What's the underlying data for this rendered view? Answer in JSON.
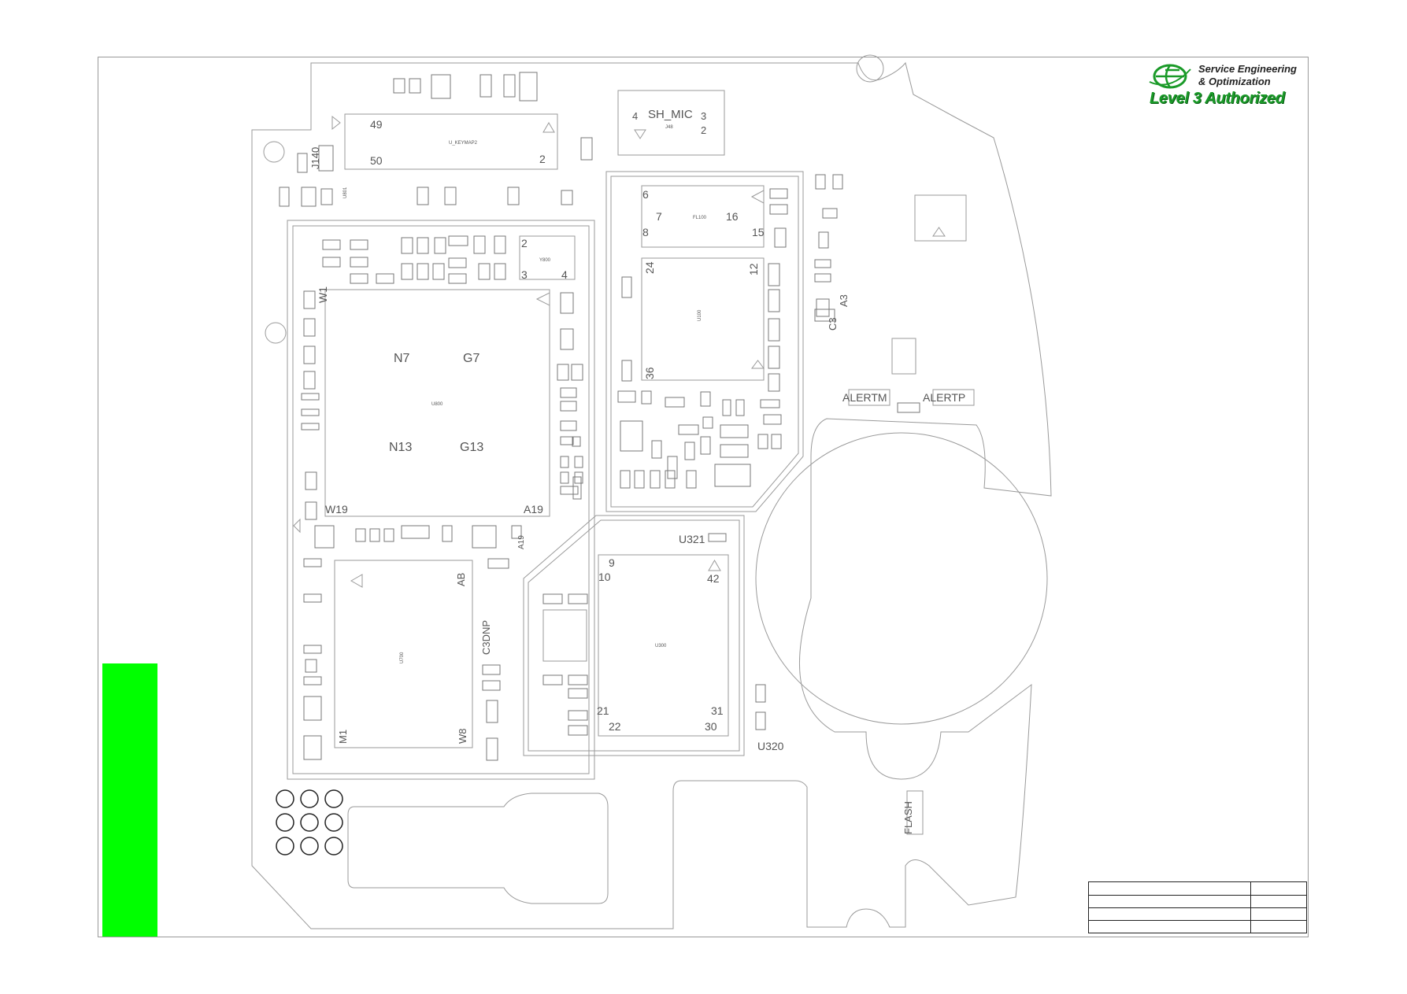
{
  "logo": {
    "line1": "Service Engineering",
    "line2": "& Optimization",
    "line3": "Level 3 Authorized",
    "colors": {
      "text": "#222222",
      "authorized": "#1a9a28",
      "globe": "#1a9a28"
    }
  },
  "colors": {
    "highlight_bar": "#00ff00",
    "outline": "#9a9a9a",
    "component": "#777777"
  },
  "labels": {
    "u_keymap": "U_KEYMAP2",
    "pin_49": "49",
    "pin_50": "50",
    "pin_2a": "2",
    "sh_mic": "SH_MIC",
    "sh_pin4": "4",
    "sh_pin3": "3",
    "sh_pin2": "2",
    "sh_ref": "J48",
    "j140": "J140",
    "u801": "U801",
    "fl1_pin6": "6",
    "fl1_pin7": "7",
    "fl1_pin8": "8",
    "fl1_pin16": "16",
    "fl1_pin15": "15",
    "fl1_ref": "FL100",
    "u100_pin24": "24",
    "u100_pin12": "12",
    "u100_pin36": "36",
    "u100_ref": "U100",
    "u800_w1": "W1",
    "u800_n7": "N7",
    "u800_g7": "G7",
    "u800_n13": "N13",
    "u800_g13": "G13",
    "u800_w19": "W19",
    "u800_a19": "A19",
    "u800_ref": "U800",
    "y800_pin2": "2",
    "y800_pin3": "3",
    "y800_pin4": "4",
    "y800_ref": "Y800",
    "u700_ref": "U700",
    "u700_ab": "AB",
    "u700_m1": "M1",
    "u700_w8": "W8",
    "u300_ref": "U300",
    "u300_9": "9",
    "u300_10": "10",
    "u300_42": "42",
    "u300_21": "21",
    "u300_22": "22",
    "u300_31": "31",
    "u300_30": "30",
    "u321": "U321",
    "u320": "U320",
    "alertm": "ALERTM",
    "alertp": "ALERTP",
    "a3": "A3",
    "c3": "C3",
    "a19b": "A19",
    "dnp": "C3DNP",
    "flash": "FLASH"
  }
}
